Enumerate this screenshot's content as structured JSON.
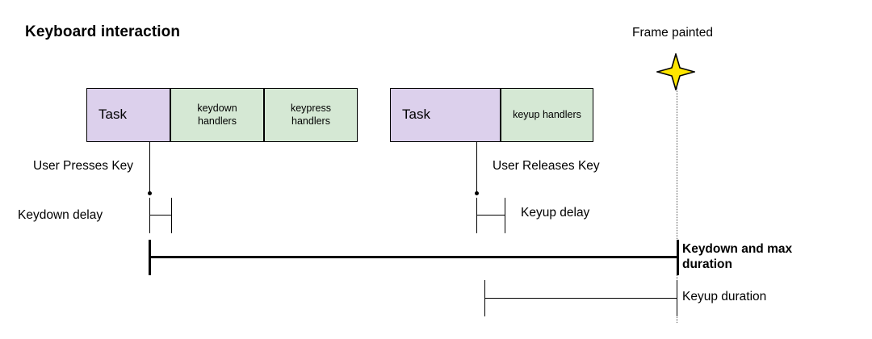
{
  "diagram": {
    "title": "Keyboard interaction",
    "frame_marker": {
      "label": "Frame painted",
      "icon": "four-point-star-icon",
      "color": "#ffe600"
    },
    "colors": {
      "task_fill": "#dcd0ec",
      "handler_fill": "#d5e8d4",
      "stroke": "#000000",
      "star_fill": "#ffe600",
      "guide_line": "#555555"
    },
    "sequences": [
      {
        "name": "keydown-sequence",
        "blocks": [
          {
            "label": "Task",
            "kind": "task"
          },
          {
            "label": "keydown\nhandlers",
            "line1": "keydown",
            "line2": "handlers",
            "kind": "handler"
          },
          {
            "label": "keypress\nhandlers",
            "line1": "keypress",
            "line2": "handlers",
            "kind": "handler"
          }
        ],
        "event_label": "User Presses Key"
      },
      {
        "name": "keyup-sequence",
        "blocks": [
          {
            "label": "Task",
            "kind": "task"
          },
          {
            "label": "keyup handlers",
            "line1": "keyup handlers",
            "line2": "",
            "kind": "handler"
          }
        ],
        "event_label": "User Releases Key"
      }
    ],
    "measures": [
      {
        "name": "keydown-delay",
        "label": "Keydown delay",
        "emphasis": "normal",
        "label_side": "left"
      },
      {
        "name": "keyup-delay",
        "label": "Keyup delay",
        "emphasis": "normal",
        "label_side": "right"
      },
      {
        "name": "keydown-and-max-duration",
        "label_line1": "Keydown and max",
        "label_line2": "duration",
        "emphasis": "bold",
        "label_side": "right"
      },
      {
        "name": "keyup-duration",
        "label": "Keyup duration",
        "emphasis": "normal",
        "label_side": "right"
      }
    ]
  }
}
